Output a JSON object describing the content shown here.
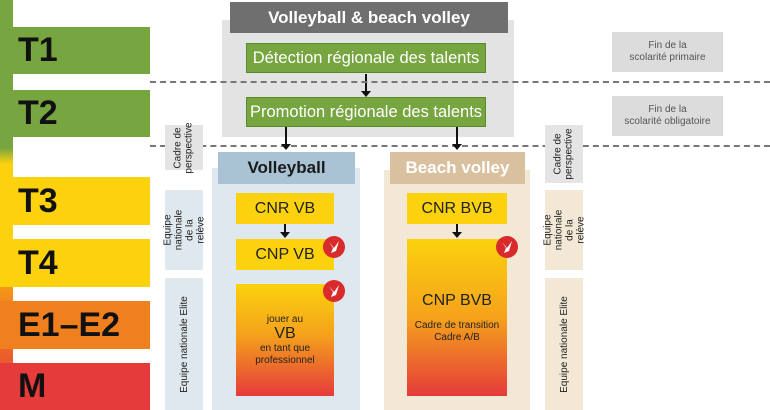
{
  "levels": [
    "T1",
    "T2",
    "T3",
    "T4",
    "E1–E2",
    "M"
  ],
  "header": "Volleyball & beach volley",
  "stage1": "Détection régionale des talents",
  "stage2": "Promotion régionale des talents",
  "notes": {
    "primary": "Fin de la\nscolarité primaire",
    "mandatory": "Fin de la\nscolarité obligatoire"
  },
  "side_labels": {
    "perspective": "Cadre de\nperspective",
    "releve": "Equipe nationale\nde la relève",
    "elite": "Equipe nationale Elite"
  },
  "volleyball": {
    "title": "Volleyball",
    "cnr": "CNR VB",
    "cnp": "CNP VB",
    "pro_line1": "jouer au",
    "pro_big": "VB",
    "pro_line2": "en tant que\nprofessionnel"
  },
  "beach": {
    "title": "Beach volley",
    "cnr": "CNR BVB",
    "cnp": "CNP BVB",
    "sub": "Cadre de transition\nCadre A/B"
  },
  "colors": {
    "green": "#77a540",
    "yellow": "#fbd20d",
    "orange": "#f07f1e",
    "red": "#e53b3b",
    "volley_blue": "#a9c3d4",
    "beach_tan": "#e2cda9"
  }
}
